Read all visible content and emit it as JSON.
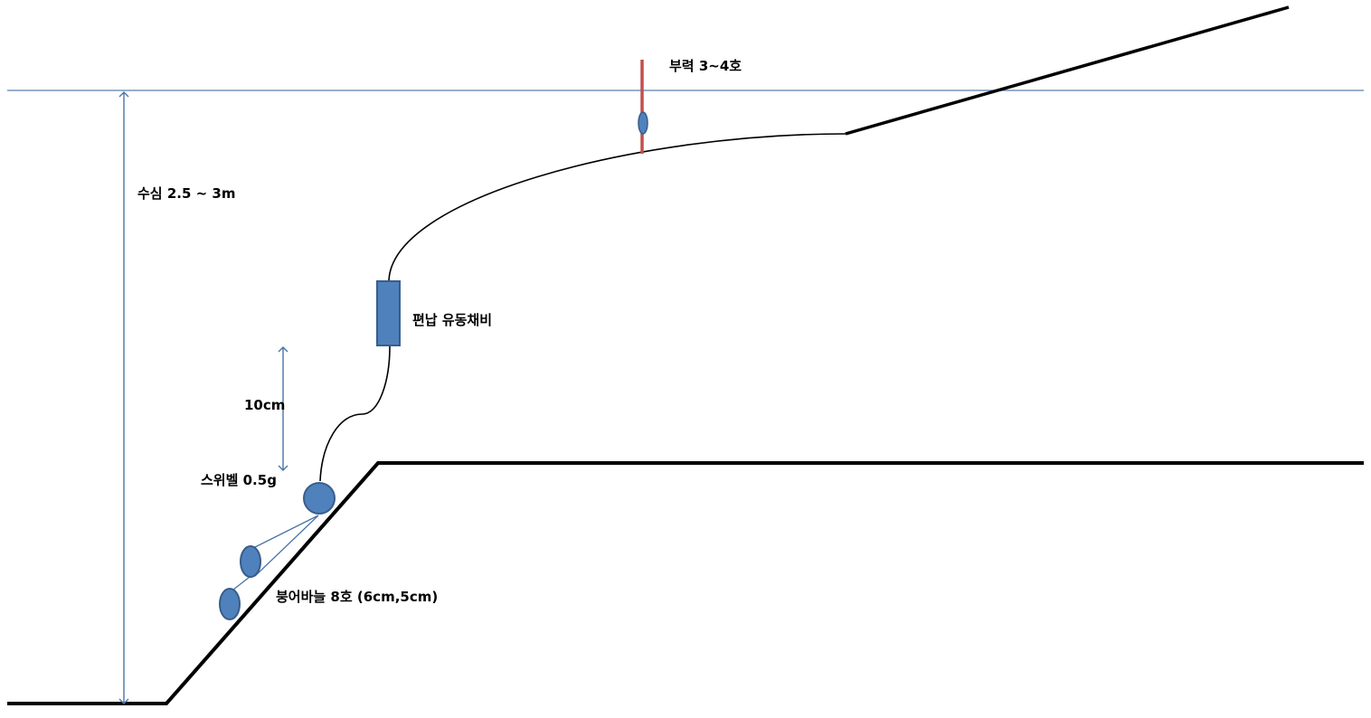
{
  "diagram": {
    "labels": {
      "float": "부력 3~4호",
      "depth": "수심 2.5 ~ 3m",
      "sinker": "편납 유동채비",
      "distance": "10cm",
      "swivel": "스위벨 0.5g",
      "hooks": "붕어바늘 8호 (6cm,5cm)"
    }
  },
  "colors": {
    "water": "#5b7fae",
    "arrow": "#4a74a6",
    "ground": "#000000",
    "float_stem": "#c0504d",
    "component_fill": "#4f81bd",
    "component_stroke": "#385d8a",
    "leader": "#4a74a6"
  }
}
